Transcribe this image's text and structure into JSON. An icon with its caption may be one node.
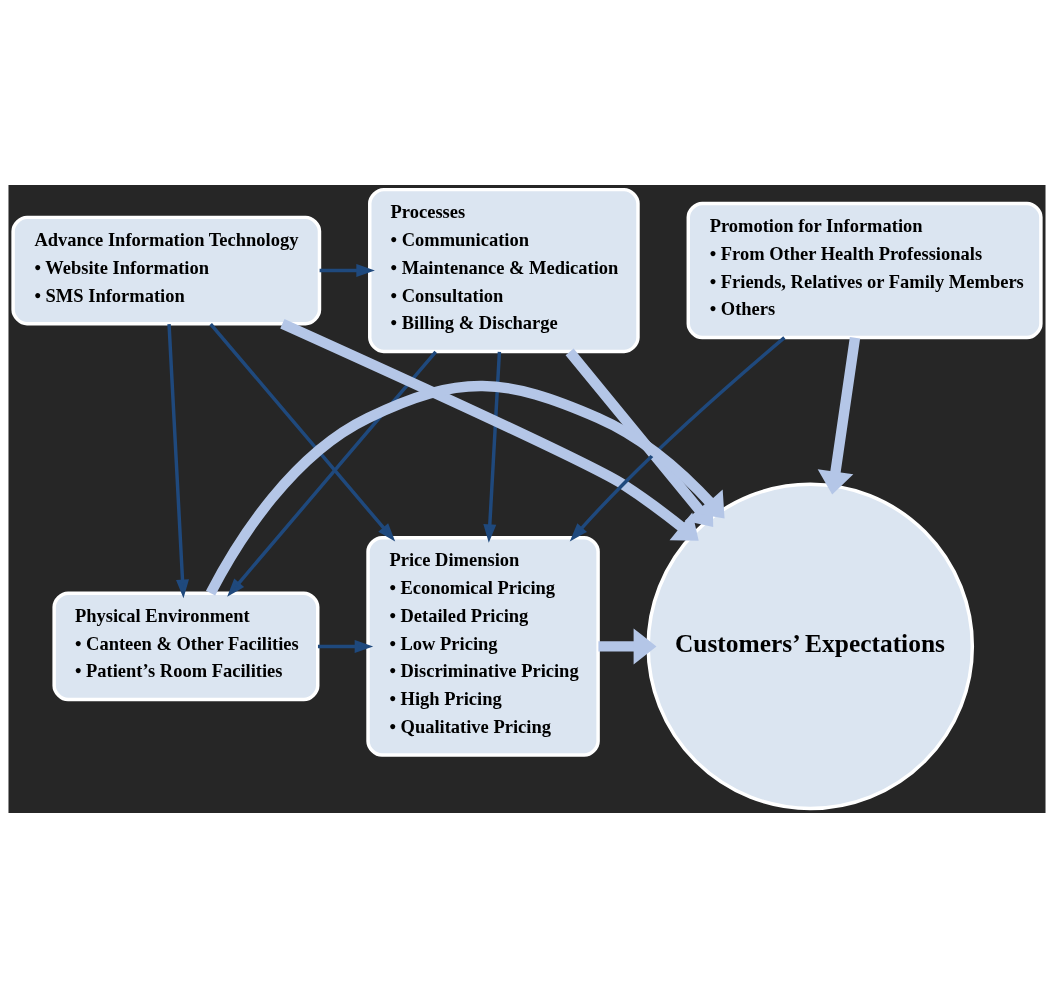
{
  "diagram": {
    "nodes": [
      {
        "text": [
          "Processes",
          "• Communication",
          "• Maintenance & Medication",
          "• Consultation",
          "• Billing & Discharge"
        ]
      },
      {
        "text": [
          "Advance Information Technology",
          "• Website Information",
          "• SMS Information"
        ]
      },
      {
        "text": [
          "Promotion for Information",
          "• From Other Health Professionals",
          "• Friends, Relatives or Family Members",
          "• Others"
        ]
      },
      {
        "text": [
          "Price Dimension",
          "• Economical Pricing",
          "• Detailed Pricing",
          "• Low Pricing",
          "• Discriminative Pricing",
          "• High Pricing",
          "• Qualitative Pricing"
        ]
      },
      {
        "text": [
          "Customers’ Expectations"
        ]
      },
      {
        "text": [
          "Physical Environment",
          "• Canteen & Other Facilities",
          "• Patient’s Room Facilities"
        ]
      }
    ],
    "edges": [
      {
        "from": 0,
        "to": 4,
        "arrow": "to",
        "style": "thick",
        "color": "#b4c6e7"
      },
      {
        "from": 1,
        "to": 4,
        "arrow": "to",
        "style": "thick",
        "color": "#b4c6e7"
      },
      {
        "from": 2,
        "to": 4,
        "arrow": "to",
        "style": "thick",
        "color": "#b4c6e7"
      },
      {
        "from": 3,
        "to": 4,
        "arrow": "to",
        "style": "thick",
        "color": "#b4c6e7"
      },
      {
        "from": 5,
        "to": 4,
        "arrow": "to",
        "style": "thick",
        "color": "#b4c6e7"
      },
      {
        "from": 1,
        "to": 0,
        "arrow": "to"
      },
      {
        "from": 1,
        "to": 3,
        "arrow": "to"
      },
      {
        "from": 1,
        "to": 5,
        "arrow": "to"
      },
      {
        "from": 0,
        "to": 3,
        "arrow": "to"
      },
      {
        "from": 0,
        "to": 5,
        "arrow": "to"
      },
      {
        "from": 2,
        "to": 3,
        "arrow": "to"
      },
      {
        "from": 5,
        "to": 3,
        "arrow": "to"
      }
    ]
  }
}
